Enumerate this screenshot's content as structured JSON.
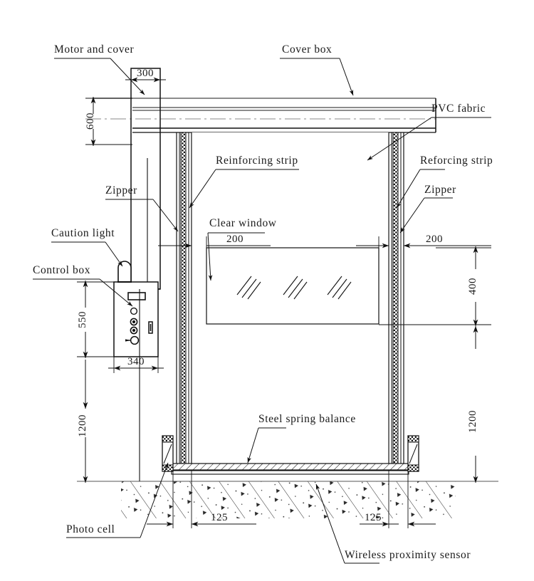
{
  "drawing": {
    "title": "High speed roll-up door elevation",
    "units": "mm",
    "line_color": "#111111",
    "hatch_color": "#222222"
  },
  "labels": {
    "motor_and_cover": "Motor and cover",
    "cover_box": "Cover box",
    "pvc_fabric": "PVC fabric",
    "reinforcing_strip_left": "Reinforcing strip",
    "reforcing_strip_right": "Reforcing strip",
    "zipper_left": "Zipper",
    "zipper_right": "Zipper",
    "caution_light": "Caution light",
    "control_box": "Control box",
    "clear_window": "Clear window",
    "steel_spring_balance": "Steel spring balance",
    "photo_cell": "Photo cell",
    "wireless_proximity_sensor": "Wireless proximity sensor"
  },
  "dimensions": {
    "motor_width": "300",
    "cover_height": "600",
    "control_box_height": "550",
    "control_box_width": "340",
    "control_box_to_ground": "1200",
    "window_offset_left": "200",
    "window_offset_right": "200",
    "window_height": "400",
    "sill_height": "1200",
    "photocell_left_offset": "125",
    "photocell_right_offset": "125"
  }
}
